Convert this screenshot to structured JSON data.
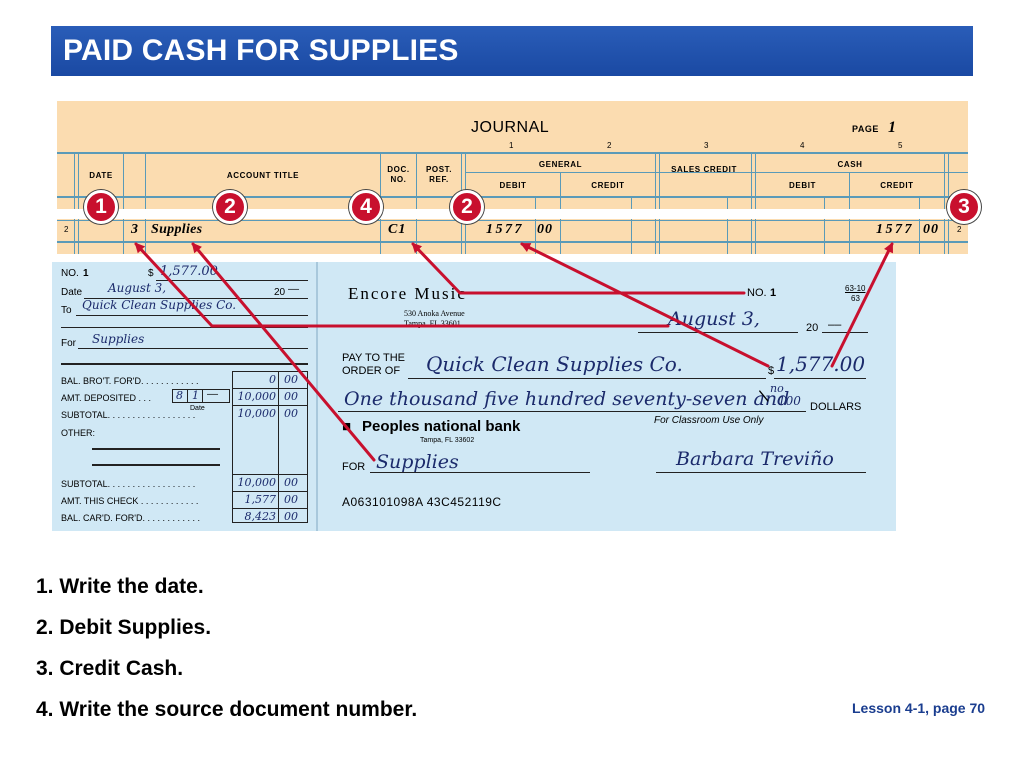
{
  "slide": {
    "title": "PAID CASH FOR SUPPLIES",
    "footer": "Lesson 4-1, page 70",
    "steps": [
      "1. Write the date.",
      "2. Debit Supplies.",
      "3. Credit Cash.",
      "4. Write the source document number."
    ]
  },
  "journal": {
    "title": "JOURNAL",
    "page_label": "PAGE",
    "page_number": "1",
    "column_numbers": [
      "1",
      "2",
      "3",
      "4",
      "5"
    ],
    "headers": {
      "date": "DATE",
      "account_title": "ACCOUNT TITLE",
      "doc_no": "DOC. NO.",
      "post_ref": "POST. REF.",
      "general": "GENERAL",
      "general_debit": "DEBIT",
      "general_credit": "CREDIT",
      "sales_credit": "SALES CREDIT",
      "cash": "CASH",
      "cash_debit": "DEBIT",
      "cash_credit": "CREDIT"
    },
    "entry": {
      "row_number": "2",
      "day": "3",
      "account": "Supplies",
      "doc_no": "C1",
      "general_debit": "1577",
      "general_debit_cents": "00",
      "cash_credit": "1577",
      "cash_credit_cents": "00"
    },
    "badges": [
      "1",
      "2",
      "4",
      "2",
      "3"
    ]
  },
  "stub": {
    "no_label": "NO.",
    "no_value": "1",
    "dollar_sign": "$",
    "amount": "1,577.00",
    "date_label": "Date",
    "date_value": "August 3,",
    "year_prefix": "20",
    "year_blank": "––",
    "to_label": "To",
    "to_value": "Quick Clean Supplies Co.",
    "for_label": "For",
    "for_value": "Supplies",
    "rows": [
      {
        "label": "BAL. BRO'T. FOR'D. . . . . . . . . . . .",
        "dollars": "0",
        "cents": "00"
      },
      {
        "label": "AMT. DEPOSITED . . .",
        "dollars": "10,000",
        "cents": "00"
      },
      {
        "label": "SUBTOTAL. . . . . . . . . . . . . . . . . .",
        "dollars": "10,000",
        "cents": "00"
      },
      {
        "label": "OTHER:",
        "dollars": "",
        "cents": ""
      },
      {
        "label": "SUBTOTAL. . . . . . . . . . . . . . . . . .",
        "dollars": "10,000",
        "cents": "00"
      },
      {
        "label": "AMT. THIS CHECK . . . . . . . . . . . .",
        "dollars": "1,577",
        "cents": "00"
      },
      {
        "label": "BAL. CAR'D. FOR'D. . . . . . . . . . . .",
        "dollars": "8,423",
        "cents": "00"
      }
    ],
    "deposit_date": [
      "8",
      "1",
      "––"
    ],
    "deposit_date_label": "Date"
  },
  "check": {
    "business_name": "Encore Music",
    "address_line1": "530 Anoka Avenue",
    "address_line2": "Tampa, FL 33601",
    "no_label": "NO.",
    "no_value": "1",
    "routing_top": "63-10",
    "routing_bottom": "63",
    "date_value": "August 3,",
    "year_prefix": "20",
    "year_blank": "––",
    "pay_to_label_1": "PAY TO THE",
    "pay_to_label_2": "ORDER OF",
    "payee": "Quick Clean Supplies Co.",
    "dollar_sign": "$",
    "amount": "1,577.00",
    "amount_words": "One thousand five hundred seventy-seven and",
    "cents_num": "no",
    "cents_den": "100",
    "dollars_label": "DOLLARS",
    "classroom_note": "For Classroom Use Only",
    "bank_name": "Peoples national bank",
    "bank_city": "Tampa, FL 33602",
    "for_label": "FOR",
    "memo": "Supplies",
    "signature": "Barbara Treviño",
    "micr": "A063101098A 43C452119C"
  },
  "colors": {
    "title_bar": "#1f4fa8",
    "journal_bg": "#fbdcb0",
    "check_bg": "#d0e8f5",
    "badge": "#c8102e",
    "arrow": "#c8102e",
    "footer_text": "#1a3d8f"
  }
}
